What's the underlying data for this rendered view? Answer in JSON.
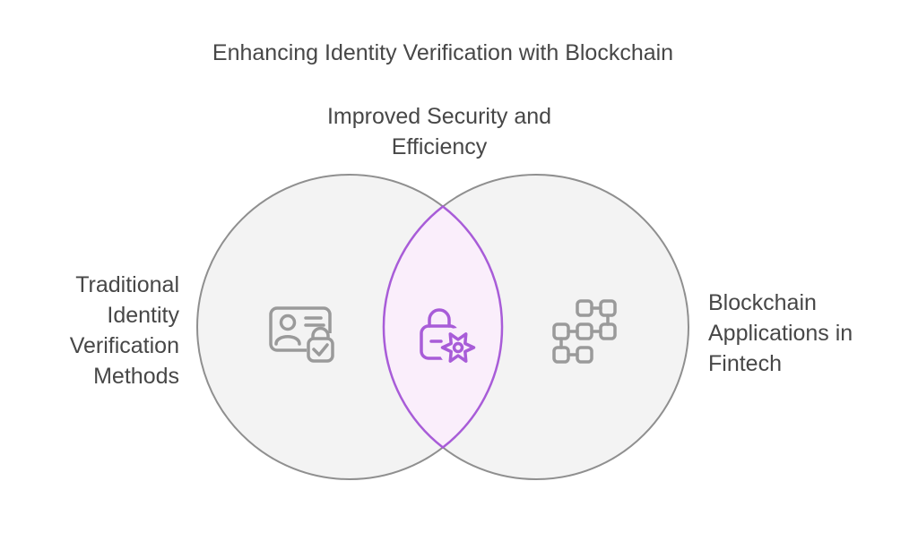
{
  "title": "Enhancing Identity Verification with Blockchain",
  "diagram": {
    "type": "venn",
    "sets": [
      {
        "id": "left",
        "label_lines": [
          "Traditional",
          "Identity",
          "Verification",
          "Methods"
        ],
        "icon": "id-card-verification-icon"
      },
      {
        "id": "right",
        "label_lines": [
          "Blockchain",
          "Applications in",
          "Fintech"
        ],
        "icon": "blockchain-nodes-icon"
      }
    ],
    "intersection": {
      "label_lines": [
        "Improved Security and",
        "Efficiency"
      ],
      "icon": "lock-gear-icon"
    }
  },
  "colors": {
    "background": "#ffffff",
    "text": "#474747",
    "circle-fill": "#f3f3f3",
    "circle-stroke": "#8f8f8f",
    "overlap-fill": "#faeefb",
    "overlap-stroke": "#a85cd8",
    "icon-gray": "#9a9a9a",
    "icon-purple": "#a85cd8"
  }
}
